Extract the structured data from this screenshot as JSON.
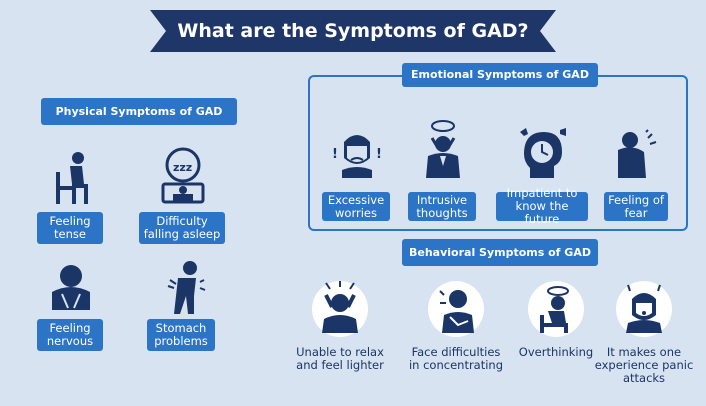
{
  "title": "What are the Symptoms of GAD?",
  "colors": {
    "background": "#d8e3f2",
    "banner": "#1e3668",
    "accent": "#2c74c5",
    "icon": "#1a3566"
  },
  "physical": {
    "heading": "Physical Symptoms of GAD",
    "items": [
      {
        "label": "Feeling tense",
        "icon": "person-sitting-head-in-hand-icon"
      },
      {
        "label": "Difficulty falling asleep",
        "icon": "person-in-bed-sleepless-icon"
      },
      {
        "label": "Feeling nervous",
        "icon": "person-hugging-knees-icon"
      },
      {
        "label": "Stomach problems",
        "icon": "person-holding-stomach-icon"
      }
    ]
  },
  "emotional": {
    "heading": "Emotional Symptoms of GAD",
    "items": [
      {
        "label": "Excessive worries",
        "icon": "worried-face-icon"
      },
      {
        "label": "Intrusive thoughts",
        "icon": "person-holding-head-thoughts-icon"
      },
      {
        "label": "Impatient to know the future",
        "icon": "head-with-clock-icon"
      },
      {
        "label": "Feeling of fear",
        "icon": "person-cowering-icon"
      }
    ]
  },
  "behavioral": {
    "heading": "Behavioral Symptoms of GAD",
    "items": [
      {
        "label": "Unable to relax and feel lighter",
        "icon": "stressed-person-icon"
      },
      {
        "label": "Face difficulties in concentrating",
        "icon": "person-distracted-icon"
      },
      {
        "label": "Overthinking",
        "icon": "person-thinking-icon"
      },
      {
        "label": "It makes one experience panic attacks",
        "icon": "panicked-person-icon"
      }
    ]
  }
}
